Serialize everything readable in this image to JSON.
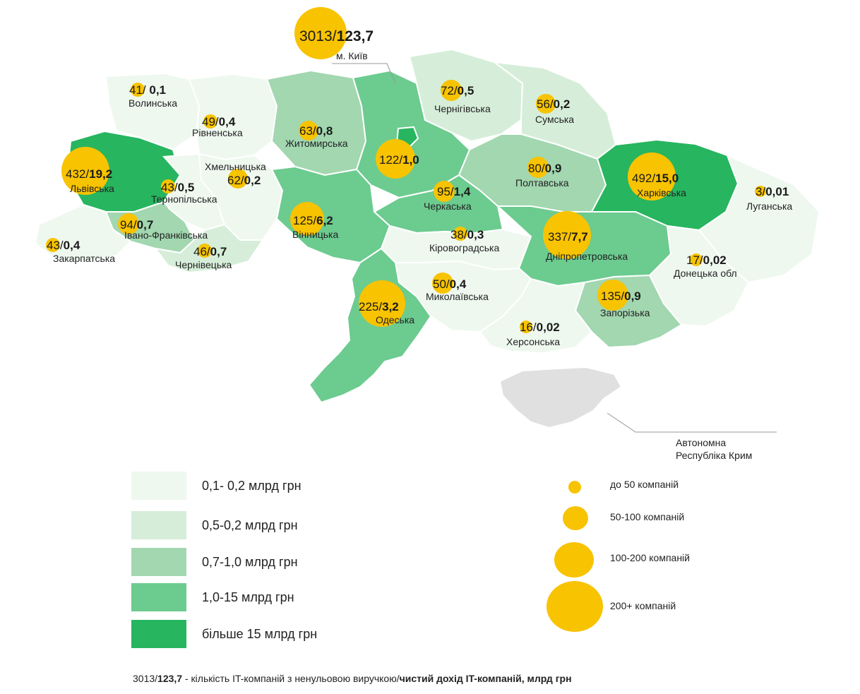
{
  "colors": {
    "c1": "#eef8ef",
    "c2": "#d6eed9",
    "c3": "#a2d7b0",
    "c4": "#6ccb8f",
    "c5": "#27b55f",
    "bubble": "#f8c300",
    "crimea": "#e0e0e0"
  },
  "kyiv_city": {
    "companies": "3013",
    "income": "123,7",
    "name": "м. Київ"
  },
  "regions": [
    {
      "id": "volyn",
      "companies": "41",
      "sep": "/ ",
      "income": "0,1",
      "name": "Волинська",
      "color_class": "c1"
    },
    {
      "id": "rivne",
      "companies": "49",
      "sep": "/",
      "income": "0,4",
      "name": "Рівненська",
      "color_class": "c1"
    },
    {
      "id": "zhytomyr",
      "companies": "63",
      "sep": "/",
      "income": "0,8",
      "name": "Житомирська",
      "color_class": "c3"
    },
    {
      "id": "kyiv-obl",
      "companies": "122",
      "sep": "/",
      "income": "1,0",
      "name": "",
      "color_class": "c4"
    },
    {
      "id": "chernihiv",
      "companies": "72",
      "sep": "/",
      "income": "0,5",
      "name": "Чернігівська",
      "color_class": "c2"
    },
    {
      "id": "sumy",
      "companies": "56",
      "sep": "/",
      "income": "0,2",
      "name": "Сумська",
      "color_class": "c2"
    },
    {
      "id": "lviv",
      "companies": "432",
      "sep": "/",
      "income": "19,2",
      "name": "Львівська",
      "color_class": "c5"
    },
    {
      "id": "khmelnytskyi",
      "companies": "62",
      "sep": "/",
      "income": "0,2",
      "name": "Хмельницька",
      "color_class": "c1"
    },
    {
      "id": "ternopil",
      "companies": "43",
      "sep": "/",
      "income": "0,5",
      "name": "Тернопільська",
      "color_class": "c1"
    },
    {
      "id": "poltava",
      "companies": "80",
      "sep": "/",
      "income": "0,9",
      "name": "Полтавська",
      "color_class": "c3"
    },
    {
      "id": "kharkiv",
      "companies": "492",
      "sep": "/",
      "income": "15,0",
      "name": "Харківська",
      "color_class": "c5"
    },
    {
      "id": "luhansk",
      "companies": "3",
      "sep": "/",
      "income": "0,01",
      "name": "Луганська",
      "color_class": "c1"
    },
    {
      "id": "cherkasy",
      "companies": "95",
      "sep": "/",
      "income": "1,4",
      "name": "Черкаська",
      "color_class": "c4"
    },
    {
      "id": "vinnytsia",
      "companies": "125",
      "sep": "/",
      "income": "6,2",
      "name": "Вінницька",
      "color_class": "c4"
    },
    {
      "id": "ivano-frankivsk",
      "companies": "94",
      "sep": "/",
      "income": "0,7",
      "name": "Івано-Франківська",
      "color_class": "c3"
    },
    {
      "id": "zakarpattia",
      "companies": "43",
      "sep": "/",
      "income": "0,4",
      "name": "Закарпатська",
      "color_class": "c1"
    },
    {
      "id": "chernivtsi",
      "companies": "46",
      "sep": "/",
      "income": "0,7",
      "name": "Чернівецька",
      "color_class": "c2"
    },
    {
      "id": "kirovohrad",
      "companies": "38",
      "sep": "/",
      "income": "0,3",
      "name": "Кіровоградська",
      "color_class": "c1"
    },
    {
      "id": "dnipro",
      "companies": "337",
      "sep": "/",
      "income": "7,7",
      "name": "Дніпропетровська",
      "color_class": "c4"
    },
    {
      "id": "donetsk",
      "companies": "17",
      "sep": "/",
      "income": "0,02",
      "name": "Донецька обл",
      "color_class": "c1"
    },
    {
      "id": "mykolaiv",
      "companies": "50",
      "sep": "/",
      "income": "0,4",
      "name": "Миколаївська",
      "color_class": "c1"
    },
    {
      "id": "odesa",
      "companies": "225",
      "sep": "/",
      "income": "3,2",
      "name": "Одеська",
      "color_class": "c4"
    },
    {
      "id": "zaporizhzhia",
      "companies": "135",
      "sep": "/",
      "income": "0,9",
      "name": "Запорізька",
      "color_class": "c3"
    },
    {
      "id": "kherson",
      "companies": "16",
      "sep": "/",
      "income": "0,02",
      "name": "Херсонська",
      "color_class": "c1"
    }
  ],
  "crimea": {
    "line1": "Автономна",
    "line2": "Республіка Крим"
  },
  "legend_colors": [
    {
      "label": "0,1- 0,2 млрд грн",
      "color": "#eef8ef"
    },
    {
      "label": "0,5-0,2 млрд грн",
      "color": "#d6eed9"
    },
    {
      "label": "0,7-1,0 млрд грн",
      "color": "#a2d7b0"
    },
    {
      "label": "1,0-15 млрд грн",
      "color": "#6ccb8f"
    },
    {
      "label": "більше 15 млрд грн",
      "color": "#27b55f"
    }
  ],
  "legend_sizes": [
    {
      "label": "до 50 компаній"
    },
    {
      "label": "50-100 компаній"
    },
    {
      "label": "100-200 компаній"
    },
    {
      "label": "200+ компаній"
    }
  ],
  "footnote": {
    "count": "3013",
    "sep": "/",
    "income": "123,7",
    "text1": " - кількість IT-компаній з ненульовою виручкою/",
    "text2": "чистий дохід IT-компаній, млрд грн"
  }
}
